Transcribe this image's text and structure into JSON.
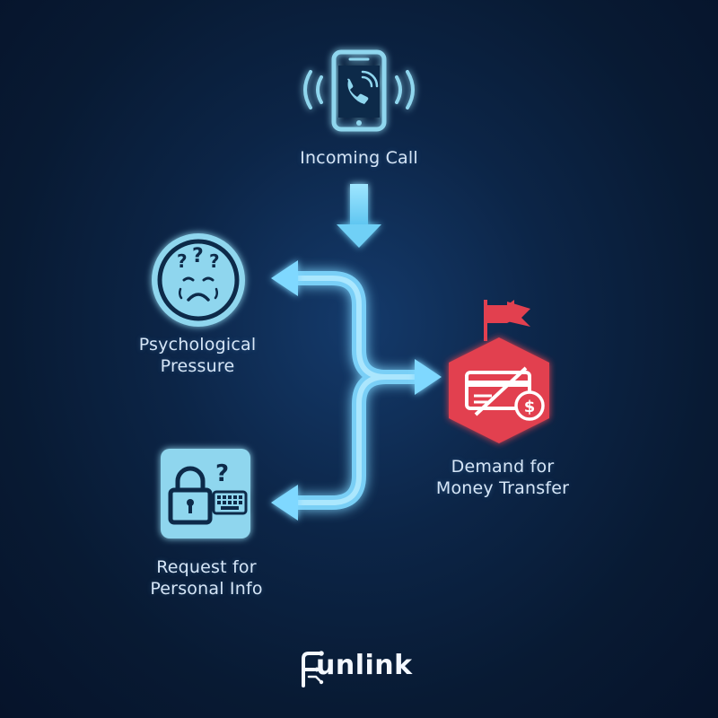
{
  "nodes": {
    "incoming_call": {
      "label": "Incoming Call"
    },
    "psychological_pressure": {
      "label_line1": "Psychological",
      "label_line2": "Pressure"
    },
    "personal_info": {
      "label_line1": "Request for",
      "label_line2": "Personal Info"
    },
    "money_transfer": {
      "label_line1": "Demand for",
      "label_line2": "Money Transfer"
    }
  },
  "brand": {
    "name": "unlink",
    "logo_icon": "circuit-f-icon"
  },
  "colors": {
    "accent": "#7fd8ff",
    "icon_fill": "#8fd6ee",
    "icon_dark": "#0d2a4a",
    "danger": "#e2404f",
    "text": "#d6e6f7"
  }
}
